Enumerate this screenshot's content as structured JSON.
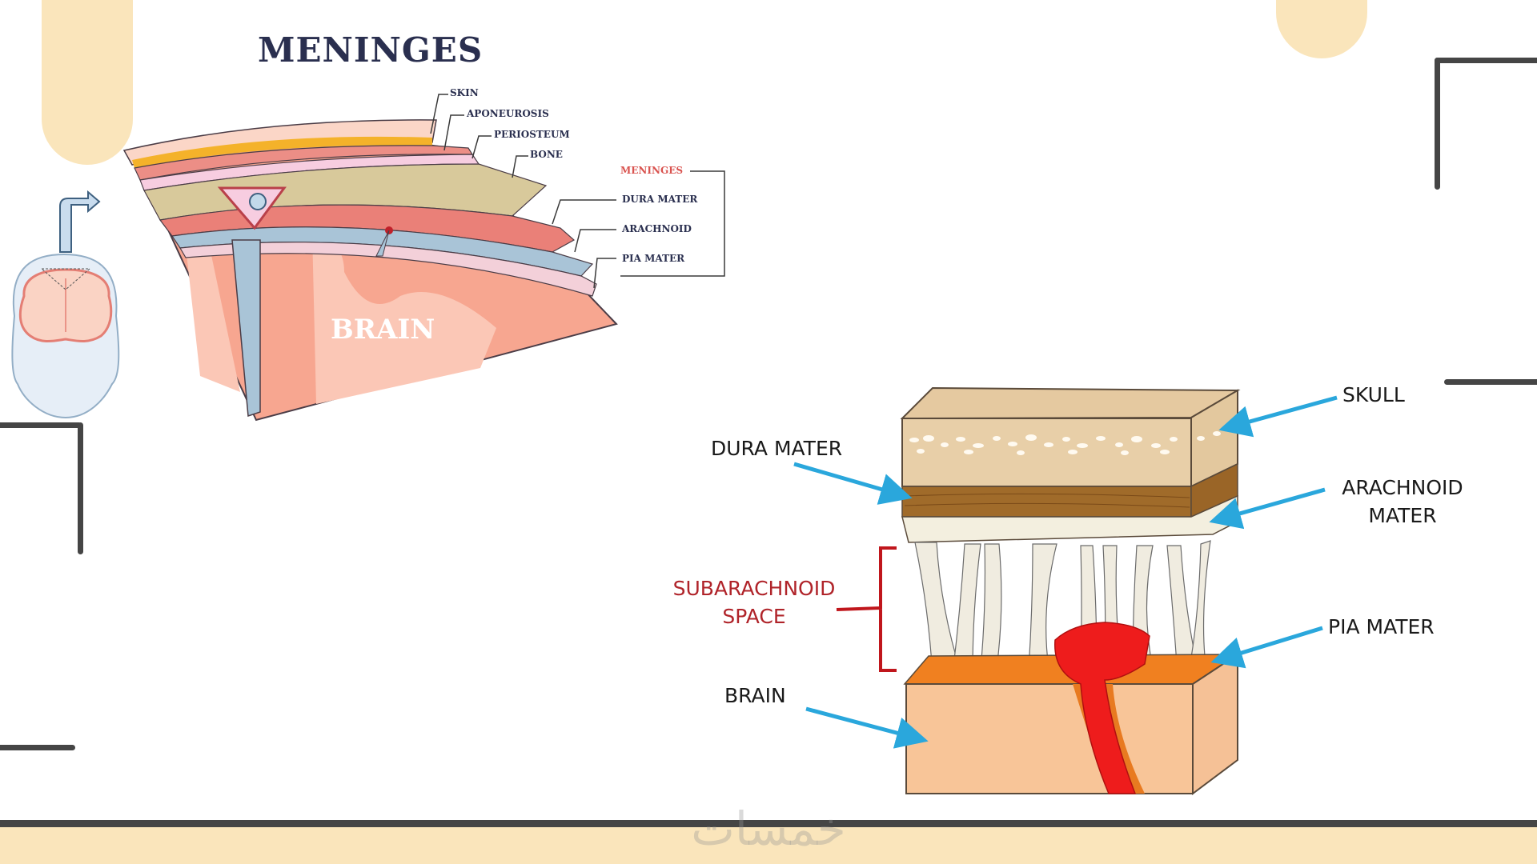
{
  "slide": {
    "title": "MENINGES",
    "watermark": "خمسات",
    "colors": {
      "accent_cream": "#fae5bb",
      "frame_dark": "#454545",
      "title_navy": "#2a2f4f",
      "label_red": "#b0242a",
      "arrow_blue": "#2aa7dc"
    }
  },
  "top_diagram": {
    "scalp_labels": [
      "SKIN",
      "APONEUROSIS",
      "PERIOSTEUM",
      "BONE"
    ],
    "meninges_group_label": "MENINGES",
    "meninges_labels": [
      "DURA MATER",
      "ARACHNOID",
      "PIA MATER"
    ],
    "brain_label": "BRAIN"
  },
  "bottom_diagram": {
    "left_labels": {
      "dura": "DURA MATER",
      "subarachnoid_line1": "SUBARACHNOID",
      "subarachnoid_line2": "SPACE",
      "brain": "BRAIN"
    },
    "right_labels": {
      "skull": "SKULL",
      "arachnoid_line1": "ARACHNOID",
      "arachnoid_line2": "MATER",
      "pia": "PIA MATER"
    }
  }
}
